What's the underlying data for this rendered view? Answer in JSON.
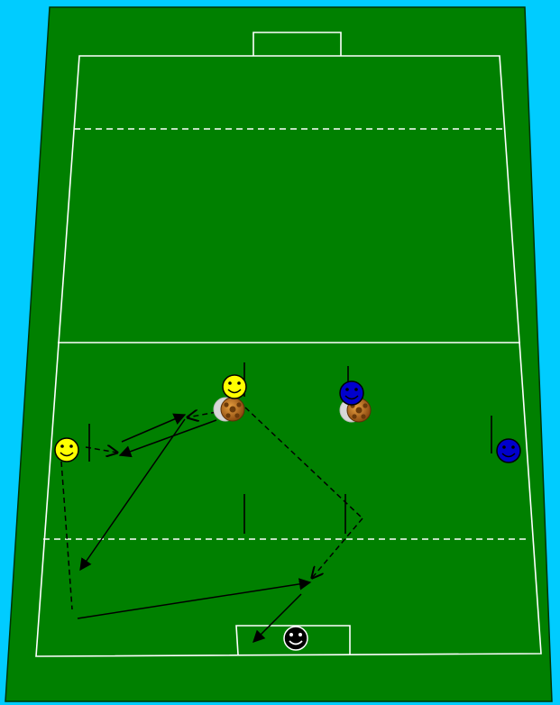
{
  "colors": {
    "background": "#00CCFF",
    "pitch": "#008000",
    "pitch_border": "#003300",
    "lines": "#FFFFFF",
    "yellow_player": "#FFFF00",
    "blue_player": "#0000CC",
    "goalkeeper": "#000000",
    "arrows": "#000000"
  },
  "pitch": {
    "markings": [
      "top-goal",
      "touchline-box",
      "dashed-line-upper",
      "halfway-line",
      "dashed-line-lower",
      "bottom-goal"
    ]
  },
  "players": [
    {
      "id": "yellow-player-center",
      "team": "yellow"
    },
    {
      "id": "yellow-player-left",
      "team": "yellow"
    },
    {
      "id": "blue-player-center",
      "team": "blue"
    },
    {
      "id": "blue-player-right",
      "team": "blue"
    },
    {
      "id": "goalkeeper",
      "team": "black"
    }
  ],
  "balls": [
    {
      "id": "ball-left",
      "icon": "soccer-ball-icon"
    },
    {
      "id": "ball-right",
      "icon": "soccer-ball-icon"
    }
  ],
  "markers": [
    {
      "id": "pole-yellow-center"
    },
    {
      "id": "pole-blue-center"
    },
    {
      "id": "pole-left"
    },
    {
      "id": "pole-right"
    },
    {
      "id": "pole-lower-left"
    },
    {
      "id": "pole-lower-right"
    }
  ],
  "movements": [
    {
      "id": "pass-1",
      "style": "solid"
    },
    {
      "id": "pass-2",
      "style": "solid"
    },
    {
      "id": "pass-3",
      "style": "solid"
    },
    {
      "id": "pass-4",
      "style": "solid"
    },
    {
      "id": "pass-5",
      "style": "solid"
    },
    {
      "id": "run-1",
      "style": "dashed"
    },
    {
      "id": "run-2",
      "style": "dashed"
    },
    {
      "id": "run-3",
      "style": "dashed"
    },
    {
      "id": "run-4",
      "style": "dashed"
    },
    {
      "id": "run-5",
      "style": "dashed"
    }
  ]
}
